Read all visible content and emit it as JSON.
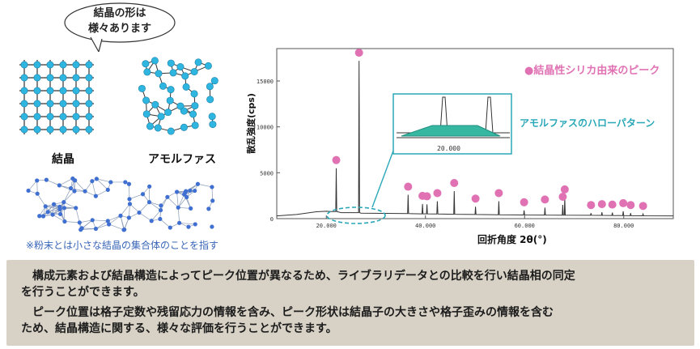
{
  "bubble": {
    "line1": "結晶の形は",
    "line2": "様々あります"
  },
  "diagram": {
    "crystal_label": "結晶",
    "amorphous_label": "アモルファス",
    "powder_note": "※粉末とは小さな結晶の集合体のことを指す"
  },
  "chart": {
    "ylabel": "散乱強度(cps)",
    "xlabel": "回折角度 2θ(°)",
    "inset_tick": "20.000",
    "legend_label": "●結晶性シリカ由来のピーク",
    "halo_label": "アモルファスのハローパターン",
    "y_ticks": [
      "15000",
      "10000",
      "5000",
      "0"
    ],
    "x_ticks": [
      "20.000",
      "40.000",
      "60.000",
      "80.000"
    ],
    "peak_color": "#e072b4",
    "halo_color": "#2aa8b8"
  },
  "chart_data": {
    "type": "line",
    "xlabel": "回折角度 2θ(°)",
    "ylabel": "散乱強度(cps)",
    "xlim": [
      10,
      90
    ],
    "ylim": [
      0,
      18000
    ],
    "x": [
      10,
      14,
      18,
      20,
      21,
      21.9,
      22,
      22.1,
      23,
      26.5,
      26.6,
      26.7,
      27,
      36.4,
      36.5,
      36.6,
      39.3,
      39.4,
      39.5,
      40.2,
      40.3,
      40.4,
      42.3,
      42.4,
      42.5,
      45.7,
      45.8,
      45.9,
      50.0,
      50.1,
      50.2,
      54.7,
      54.8,
      54.9,
      59.8,
      59.9,
      60.0,
      64.0,
      64.1,
      64.2,
      67.6,
      67.7,
      67.8,
      68.0,
      68.1,
      68.2,
      73.3,
      73.4,
      73.5,
      75.5,
      75.6,
      75.7,
      77.6,
      77.7,
      77.8,
      79.8,
      79.9,
      80.0,
      81.3,
      81.4,
      81.5,
      83.8,
      83.9,
      84.0,
      90
    ],
    "series": [
      {
        "values": [
          300,
          450,
          750,
          800,
          780,
          780,
          5500,
          780,
          650,
          650,
          17200,
          650,
          600,
          550,
          2600,
          550,
          520,
          1600,
          520,
          520,
          1550,
          520,
          500,
          1900,
          500,
          480,
          3000,
          480,
          450,
          1300,
          450,
          420,
          1900,
          420,
          400,
          900,
          400,
          390,
          1200,
          390,
          380,
          1500,
          380,
          380,
          2300,
          380,
          360,
          600,
          360,
          350,
          700,
          350,
          340,
          650,
          340,
          330,
          800,
          330,
          320,
          600,
          320,
          310,
          500,
          310,
          300
        ]
      }
    ],
    "peaks_marked": [
      22.0,
      26.6,
      36.5,
      39.4,
      40.3,
      42.4,
      45.8,
      50.1,
      54.8,
      59.9,
      64.1,
      67.7,
      68.1,
      73.4,
      75.6,
      77.7,
      79.9,
      81.4,
      83.9
    ]
  },
  "text": {
    "para1a": "　構成元素および結晶構造によってピーク位置が異なるため、ライブラリデータとの比較を行い結晶相の同定",
    "para1b": "を行うことができます。",
    "para2a": "　ピーク位置は格子定数や残留応力の情報を含み、ピーク形状は結晶子の大きさや格子歪みの情報を含む",
    "para2b": "ため、結晶構造に関する、様々な評価を行うことができます。"
  }
}
